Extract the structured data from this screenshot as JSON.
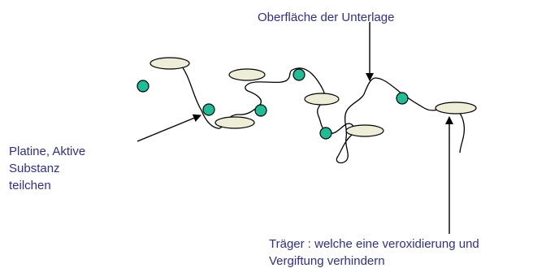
{
  "labels": {
    "surface": "Oberfläche der Unterlage",
    "platinum_line1": "Platine, Aktive",
    "platinum_line2": "Substanz",
    "platinum_line3": "teilchen",
    "carrier_line1": "Träger : welche eine veroxidierung und",
    "carrier_line2": "Vergiftung verhindern"
  },
  "colors": {
    "label_text": "#2f2f8f",
    "particle_fill": "#1abf95",
    "carrier_fill": "#eeeed8",
    "line": "#000000"
  }
}
